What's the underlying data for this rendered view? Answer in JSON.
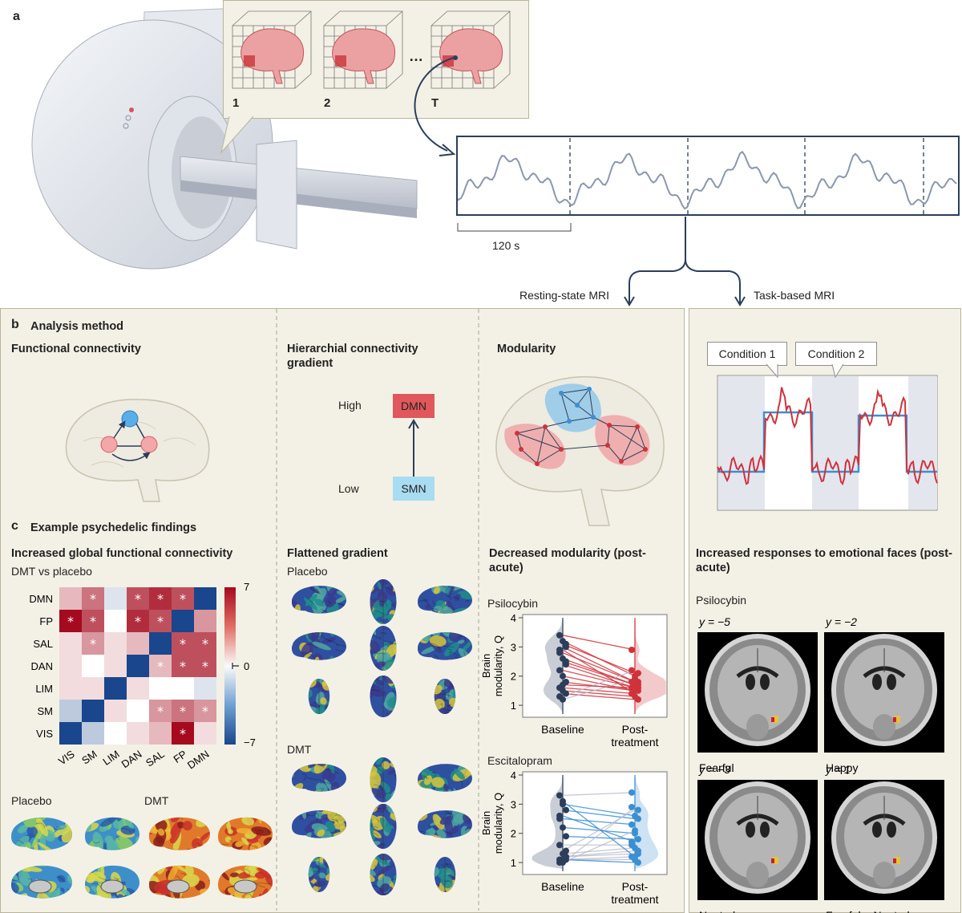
{
  "panel_a": {
    "letter": "a",
    "frame_labels": [
      "1",
      "2",
      "T"
    ],
    "ellipsis": "…",
    "time_scale": "120 s",
    "branch_resting": "Resting-state MRI",
    "branch_task": "Task-based MRI"
  },
  "panel_b": {
    "letter": "b",
    "title": "Analysis method",
    "fc_title": "Functional connectivity",
    "gradient_title": "Hierarchial connectivity gradient",
    "gradient_high": "High",
    "gradient_low": "Low",
    "gradient_top_box": "DMN",
    "gradient_bottom_box": "SMN",
    "modularity_title": "Modularity",
    "condition1": "Condition 1",
    "condition2": "Condition 2"
  },
  "panel_c": {
    "letter": "c",
    "title": "Example psychedelic findings",
    "fc_title": "Increased global functional connectivity",
    "fc_subtitle": "DMT vs placebo",
    "matrix_rows": [
      "DMN",
      "FP",
      "SAL",
      "DAN",
      "LIM",
      "SM",
      "VIS"
    ],
    "matrix_cols": [
      "VIS",
      "SM",
      "LIM",
      "DAN",
      "SAL",
      "FP",
      "DMN"
    ],
    "colorbar_ticks": [
      "7",
      "0",
      "−7"
    ],
    "placebo_label": "Placebo",
    "dmt_label": "DMT",
    "gradient_title": "Flattened gradient",
    "gradient_placebo": "Placebo",
    "gradient_dmt": "DMT",
    "modularity_title": "Decreased modularity (post-acute)",
    "psilocybin_label": "Psilocybin",
    "escitalopram_label": "Escitalopram",
    "modularity_ylabel": "Brain modularity, Q",
    "modularity_yticks": [
      "4",
      "3",
      "2",
      "1"
    ],
    "modularity_x_baseline": "Baseline",
    "modularity_x_post_1": "Post-",
    "modularity_x_post_2": "treatment",
    "faces_title": "Increased responses to emotional faces (post-acute)",
    "faces_drug": "Psilocybin",
    "slices": [
      {
        "y": "y = −5",
        "label": "Fearful"
      },
      {
        "y": "y = −2",
        "label": "Happy"
      },
      {
        "y": "y = −3",
        "label": "Neutral"
      },
      {
        "y": "y = 1",
        "label": "Fearful > Neutral"
      }
    ]
  },
  "colors": {
    "panel_bg": "#f3f1e6",
    "dmn": "#e0585c",
    "smn": "#a8dcf0",
    "red": "#d0323a",
    "blue": "#3b8fd3",
    "navy": "#2c3e5a"
  },
  "chart_data": [
    {
      "type": "heatmap",
      "title": "Increased global functional connectivity",
      "rows": [
        "DMN",
        "FP",
        "SAL",
        "DAN",
        "LIM",
        "SM",
        "VIS"
      ],
      "cols": [
        "VIS",
        "SM",
        "LIM",
        "DAN",
        "SAL",
        "FP",
        "DMN"
      ],
      "values": [
        [
          2,
          4,
          -1,
          5,
          6,
          5,
          -7
        ],
        [
          7,
          5,
          0,
          6,
          5,
          -7,
          3
        ],
        [
          1,
          3,
          1,
          2,
          -7,
          5,
          5
        ],
        [
          1,
          0,
          1,
          -7,
          2,
          5,
          5
        ],
        [
          1,
          1,
          -7,
          1,
          0,
          0,
          -1
        ],
        [
          -2,
          -7,
          1,
          0,
          3,
          4,
          3
        ],
        [
          -7,
          -2,
          0,
          1,
          2,
          7,
          1
        ]
      ],
      "significant": [
        [
          0,
          1,
          0,
          1,
          1,
          1,
          0
        ],
        [
          1,
          1,
          0,
          1,
          1,
          0,
          0
        ],
        [
          0,
          1,
          0,
          0,
          0,
          1,
          1
        ],
        [
          0,
          0,
          0,
          0,
          1,
          1,
          1
        ],
        [
          0,
          0,
          0,
          0,
          0,
          0,
          0
        ],
        [
          0,
          0,
          0,
          0,
          1,
          1,
          1
        ],
        [
          0,
          0,
          0,
          0,
          0,
          1,
          0
        ]
      ],
      "colorbar_range": [
        -7,
        7
      ]
    },
    {
      "type": "scatter",
      "title": "Psilocybin",
      "ylabel": "Brain modularity, Q",
      "ylim": [
        0.7,
        4
      ],
      "categories": [
        "Baseline",
        "Post-treatment"
      ],
      "baseline": [
        3.4,
        3.2,
        3.0,
        2.8,
        2.6,
        2.4,
        2.2,
        2.0,
        1.8,
        1.6,
        1.5,
        1.4,
        1.3,
        1.2,
        2.5,
        2.9,
        1.7,
        3.1
      ],
      "post": [
        2.9,
        2.0,
        1.8,
        1.8,
        1.7,
        1.6,
        1.6,
        1.5,
        1.5,
        1.4,
        1.3,
        1.2,
        2.2,
        1.9,
        1.7,
        1.4,
        1.6,
        2.1
      ]
    },
    {
      "type": "scatter",
      "title": "Escitalopram",
      "ylabel": "Brain modularity, Q",
      "ylim": [
        0.7,
        4
      ],
      "categories": [
        "Baseline",
        "Post-treatment"
      ],
      "baseline": [
        3.3,
        3.0,
        2.8,
        2.5,
        2.2,
        1.9,
        1.6,
        1.3,
        1.2,
        1.1,
        1.1,
        1.1,
        1.0,
        1.0,
        1.2,
        2.6,
        3.1,
        1.4
      ],
      "post": [
        3.4,
        2.6,
        2.5,
        2.3,
        2.0,
        1.8,
        1.6,
        1.5,
        1.3,
        1.2,
        1.1,
        1.0,
        2.9,
        2.1,
        1.4,
        1.7,
        1.2,
        2.8
      ]
    }
  ]
}
